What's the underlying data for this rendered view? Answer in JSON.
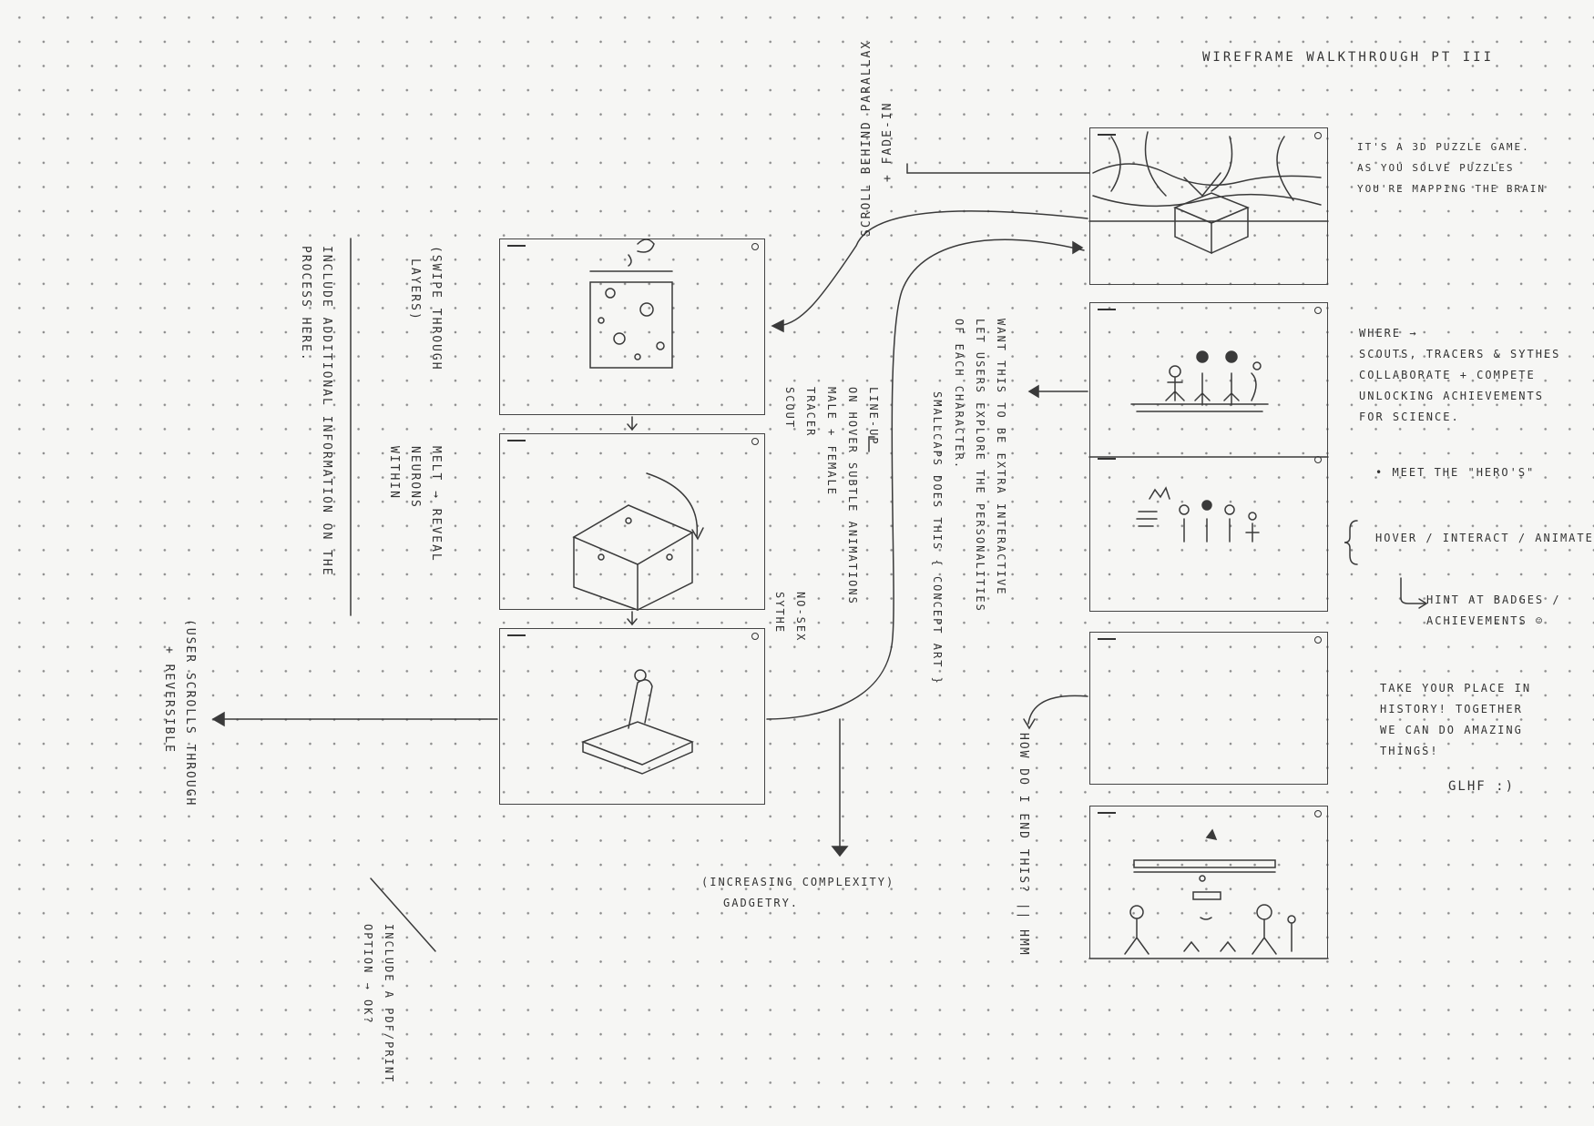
{
  "title": "Wireframe Walkthrough pt III",
  "annotations": {
    "scroll_parallax": "Scroll behind parallax",
    "fade_in": "+ fade-in",
    "puzzle_game": [
      "It's a 3D puzzle game.",
      "As you solve puzzles",
      "you're mapping the brain"
    ],
    "swipe_layers": [
      "(Swipe through",
      "layers)"
    ],
    "include_info": [
      "Include additional information on the",
      "process here."
    ],
    "melt_reveal": [
      "Melt → reveal",
      "neurons",
      "within"
    ],
    "user_scrolls": [
      "(User scrolls through",
      "+ reversible"
    ],
    "line_up": "Line-up",
    "subtle_animations": [
      "On hover subtle animations",
      "Male + female",
      "Tracer",
      "Scout"
    ],
    "no_sex": [
      "No-sex",
      "Sythe"
    ],
    "shoulder": [
      "Want this to be extra interactive",
      "Let users explore the personalities",
      "of each character."
    ],
    "smallcaps": [
      "Smallcaps does this { concept art }"
    ],
    "where": [
      "Where →",
      "Scouts, Tracers & Sythes",
      "collaborate + compete",
      "unlocking achievements",
      "for science."
    ],
    "meet_heros": "• Meet the \"Hero's\"",
    "hover_interact": "Hover / interact / animate",
    "hint_badges": [
      "Hint at badges /",
      "achievements ☺"
    ],
    "take_place": [
      "Take your place in",
      "history! Together",
      "we can do amazing",
      "things!"
    ],
    "glhf": "GLHF :)",
    "how_end": "How do I end this? || Hmm",
    "increasing": [
      "(Increasing complexity)",
      "gadgetry."
    ],
    "include_pdf": [
      "Include a PDF/Print",
      "option → ok?"
    ]
  }
}
